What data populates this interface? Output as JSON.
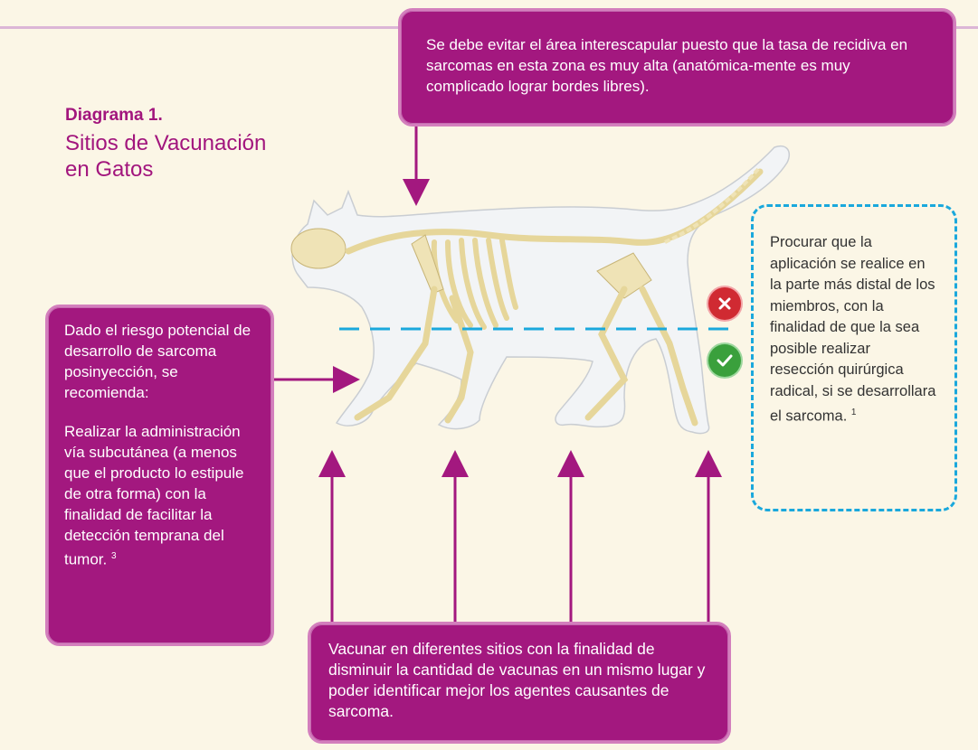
{
  "title": {
    "label": "Diagrama 1.",
    "main_line1": "Sitios de Vacunación",
    "main_line2": "en Gatos"
  },
  "boxes": {
    "top": {
      "text": "Se debe evitar el área interescapular puesto que la tasa de recidiva en sarcomas en esta zona es muy alta (anatómica-mente es muy complicado lograr bordes libres)."
    },
    "left": {
      "para1": "Dado el riesgo potencial de desarrollo de sarcoma posinyección, se recomienda:",
      "para2": "Realizar la administración vía subcutánea (a menos que el producto lo estipule de otra forma) con la finalidad de facilitar la detección temprana del tumor.",
      "para2_ref": "3"
    },
    "right": {
      "text": "Procurar que la aplicación se realice en la parte más distal de los miembros, con la finalidad de que la sea posible realizar resección quirúrgica radical, si se desarrollara el sarcoma.",
      "ref": "1"
    },
    "bottom": {
      "text": "Vacunar en diferentes sitios con la finalidad de disminuir la cantidad de vacunas en un mismo lugar y poder identificar mejor los agentes causantes de sarcoma."
    }
  },
  "icons": {
    "x": "x-icon",
    "check": "check-icon"
  },
  "colors": {
    "box_fill": "#a3187f",
    "title": "#a2157d",
    "arrow": "#a3187f",
    "dashed": "#1aa8dc",
    "bone": "#efe3b6"
  }
}
